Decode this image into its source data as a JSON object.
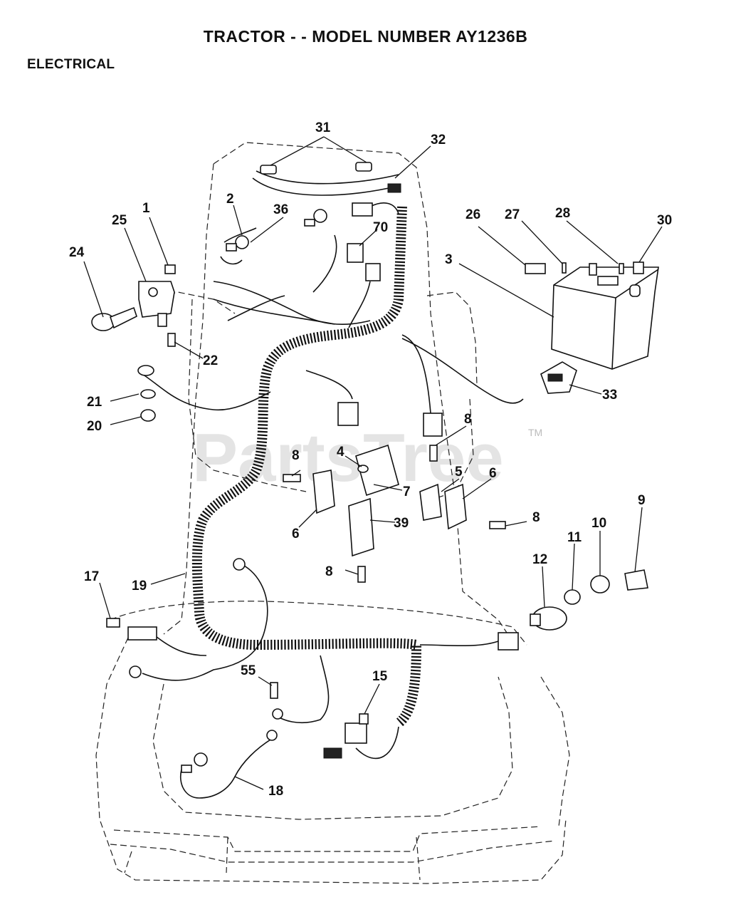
{
  "header": {
    "title": "TRACTOR - - MODEL NUMBER AY1236B",
    "section": "ELECTRICAL"
  },
  "watermark": {
    "text": "PartsTree",
    "tm": "TM"
  },
  "callouts": {
    "c1": "1",
    "c2": "2",
    "c3": "3",
    "c4": "4",
    "c5": "5",
    "c6a": "6",
    "c6b": "6",
    "c7": "7",
    "c8a": "8",
    "c8b": "8",
    "c8c": "8",
    "c8d": "8",
    "c9": "9",
    "c10": "10",
    "c11": "11",
    "c12": "12",
    "c15": "15",
    "c17": "17",
    "c18": "18",
    "c19": "19",
    "c20": "20",
    "c21": "21",
    "c22": "22",
    "c24": "24",
    "c25": "25",
    "c26": "26",
    "c27": "27",
    "c28": "28",
    "c30": "30",
    "c31": "31",
    "c32": "32",
    "c33": "33",
    "c36": "36",
    "c39": "39",
    "c55": "55",
    "c70": "70"
  }
}
